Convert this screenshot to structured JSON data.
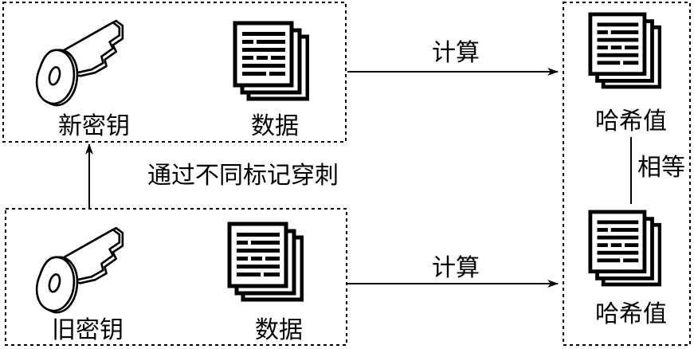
{
  "top_box": {
    "key_label": "新密钥",
    "data_label": "数据"
  },
  "bottom_box": {
    "key_label": "旧密钥",
    "data_label": "数据"
  },
  "middle_label": "通过不同标记穿刺",
  "arrow_top_label": "计算",
  "arrow_bottom_label": "计算",
  "hash_top_label": "哈希值",
  "hash_bottom_label": "哈希值",
  "equal_label": "相等"
}
